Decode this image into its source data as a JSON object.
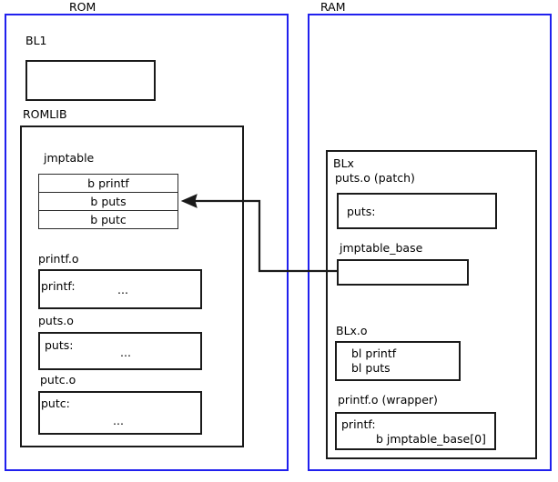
{
  "diagram": {
    "title_regions": [
      {
        "name": "ROM",
        "label": "ROM"
      },
      {
        "name": "RAM",
        "label": "RAM"
      }
    ],
    "rom": {
      "label": "ROM",
      "bl1": {
        "label": "BL1",
        "body": ""
      },
      "romlib": {
        "label": "ROMLIB",
        "jmptable": {
          "label": "jmptable",
          "entries": [
            "b printf",
            "b puts",
            "b putc"
          ]
        },
        "objects": [
          {
            "label": "printf.o",
            "symbol": "printf:",
            "ellipsis": "..."
          },
          {
            "label": "puts.o",
            "symbol": "puts:",
            "ellipsis": "..."
          },
          {
            "label": "putc.o",
            "symbol": "putc:",
            "ellipsis": "..."
          }
        ]
      }
    },
    "ram": {
      "label": "RAM",
      "blx": {
        "label": "BLx",
        "puts_patch": {
          "label": "puts.o (patch)",
          "symbol": "puts:"
        },
        "jmptable_base": {
          "label": "jmptable_base",
          "body": ""
        },
        "blx_o": {
          "label": "BLx.o",
          "lines": [
            "bl printf",
            "bl puts"
          ]
        },
        "printf_wrapper": {
          "label": "printf.o (wrapper)",
          "symbol": "printf:",
          "instruction": "b jmptable_base[0]"
        }
      }
    },
    "connector": {
      "name": "jmptable-base-to-jmptable-puts-arrow",
      "from": "jmptable_base",
      "to": "jmptable entry b puts"
    },
    "colors": {
      "region_border": "#2020ee",
      "box_border": "#1a1a1a",
      "text": "#000000",
      "background": "#ffffff"
    }
  }
}
